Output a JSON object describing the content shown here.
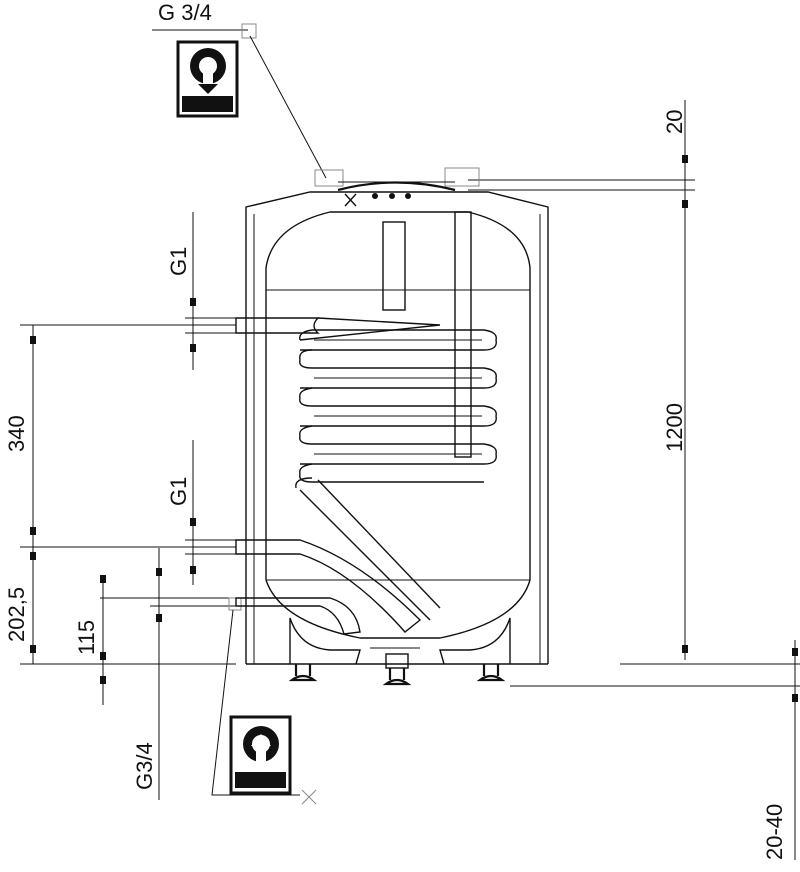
{
  "labels": {
    "top_connection": "G 3/4",
    "dim_top": "20",
    "dim_height": "1200",
    "dim_feet": "20-40",
    "upper_coil_connection": "G1",
    "lower_coil_connection": "G1",
    "dim_coil_spacing": "340",
    "dim_lower_coil": "202,5",
    "dim_bottom": "115",
    "bottom_connection": "G3/4"
  },
  "symbols": {
    "top": "hot-water-outlet-icon",
    "bottom": "cold-water-inlet-icon"
  },
  "colors": {
    "line": "#111111",
    "background": "#ffffff"
  }
}
